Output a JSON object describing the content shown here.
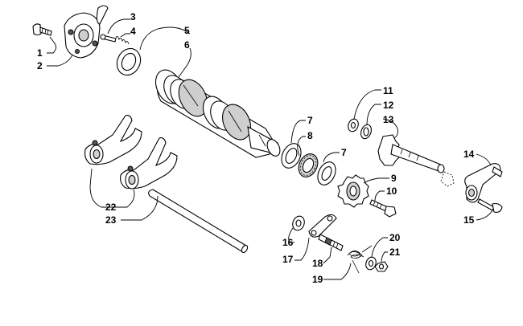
{
  "callouts": [
    {
      "id": "c1",
      "text": "1"
    },
    {
      "id": "c2",
      "text": "2"
    },
    {
      "id": "c3",
      "text": "3"
    },
    {
      "id": "c4",
      "text": "4"
    },
    {
      "id": "c5",
      "text": "5"
    },
    {
      "id": "c6",
      "text": "6"
    },
    {
      "id": "c7a",
      "text": "7"
    },
    {
      "id": "c8",
      "text": "8"
    },
    {
      "id": "c7b",
      "text": "7"
    },
    {
      "id": "c9",
      "text": "9"
    },
    {
      "id": "c10",
      "text": "10"
    },
    {
      "id": "c11",
      "text": "11"
    },
    {
      "id": "c12",
      "text": "12"
    },
    {
      "id": "c13",
      "text": "13"
    },
    {
      "id": "c14",
      "text": "14"
    },
    {
      "id": "c15",
      "text": "15"
    },
    {
      "id": "c16",
      "text": "16"
    },
    {
      "id": "c17",
      "text": "17"
    },
    {
      "id": "c18",
      "text": "18"
    },
    {
      "id": "c19",
      "text": "19"
    },
    {
      "id": "c20",
      "text": "20"
    },
    {
      "id": "c21",
      "text": "21"
    },
    {
      "id": "c22",
      "text": "22"
    },
    {
      "id": "c23",
      "text": "23"
    }
  ]
}
